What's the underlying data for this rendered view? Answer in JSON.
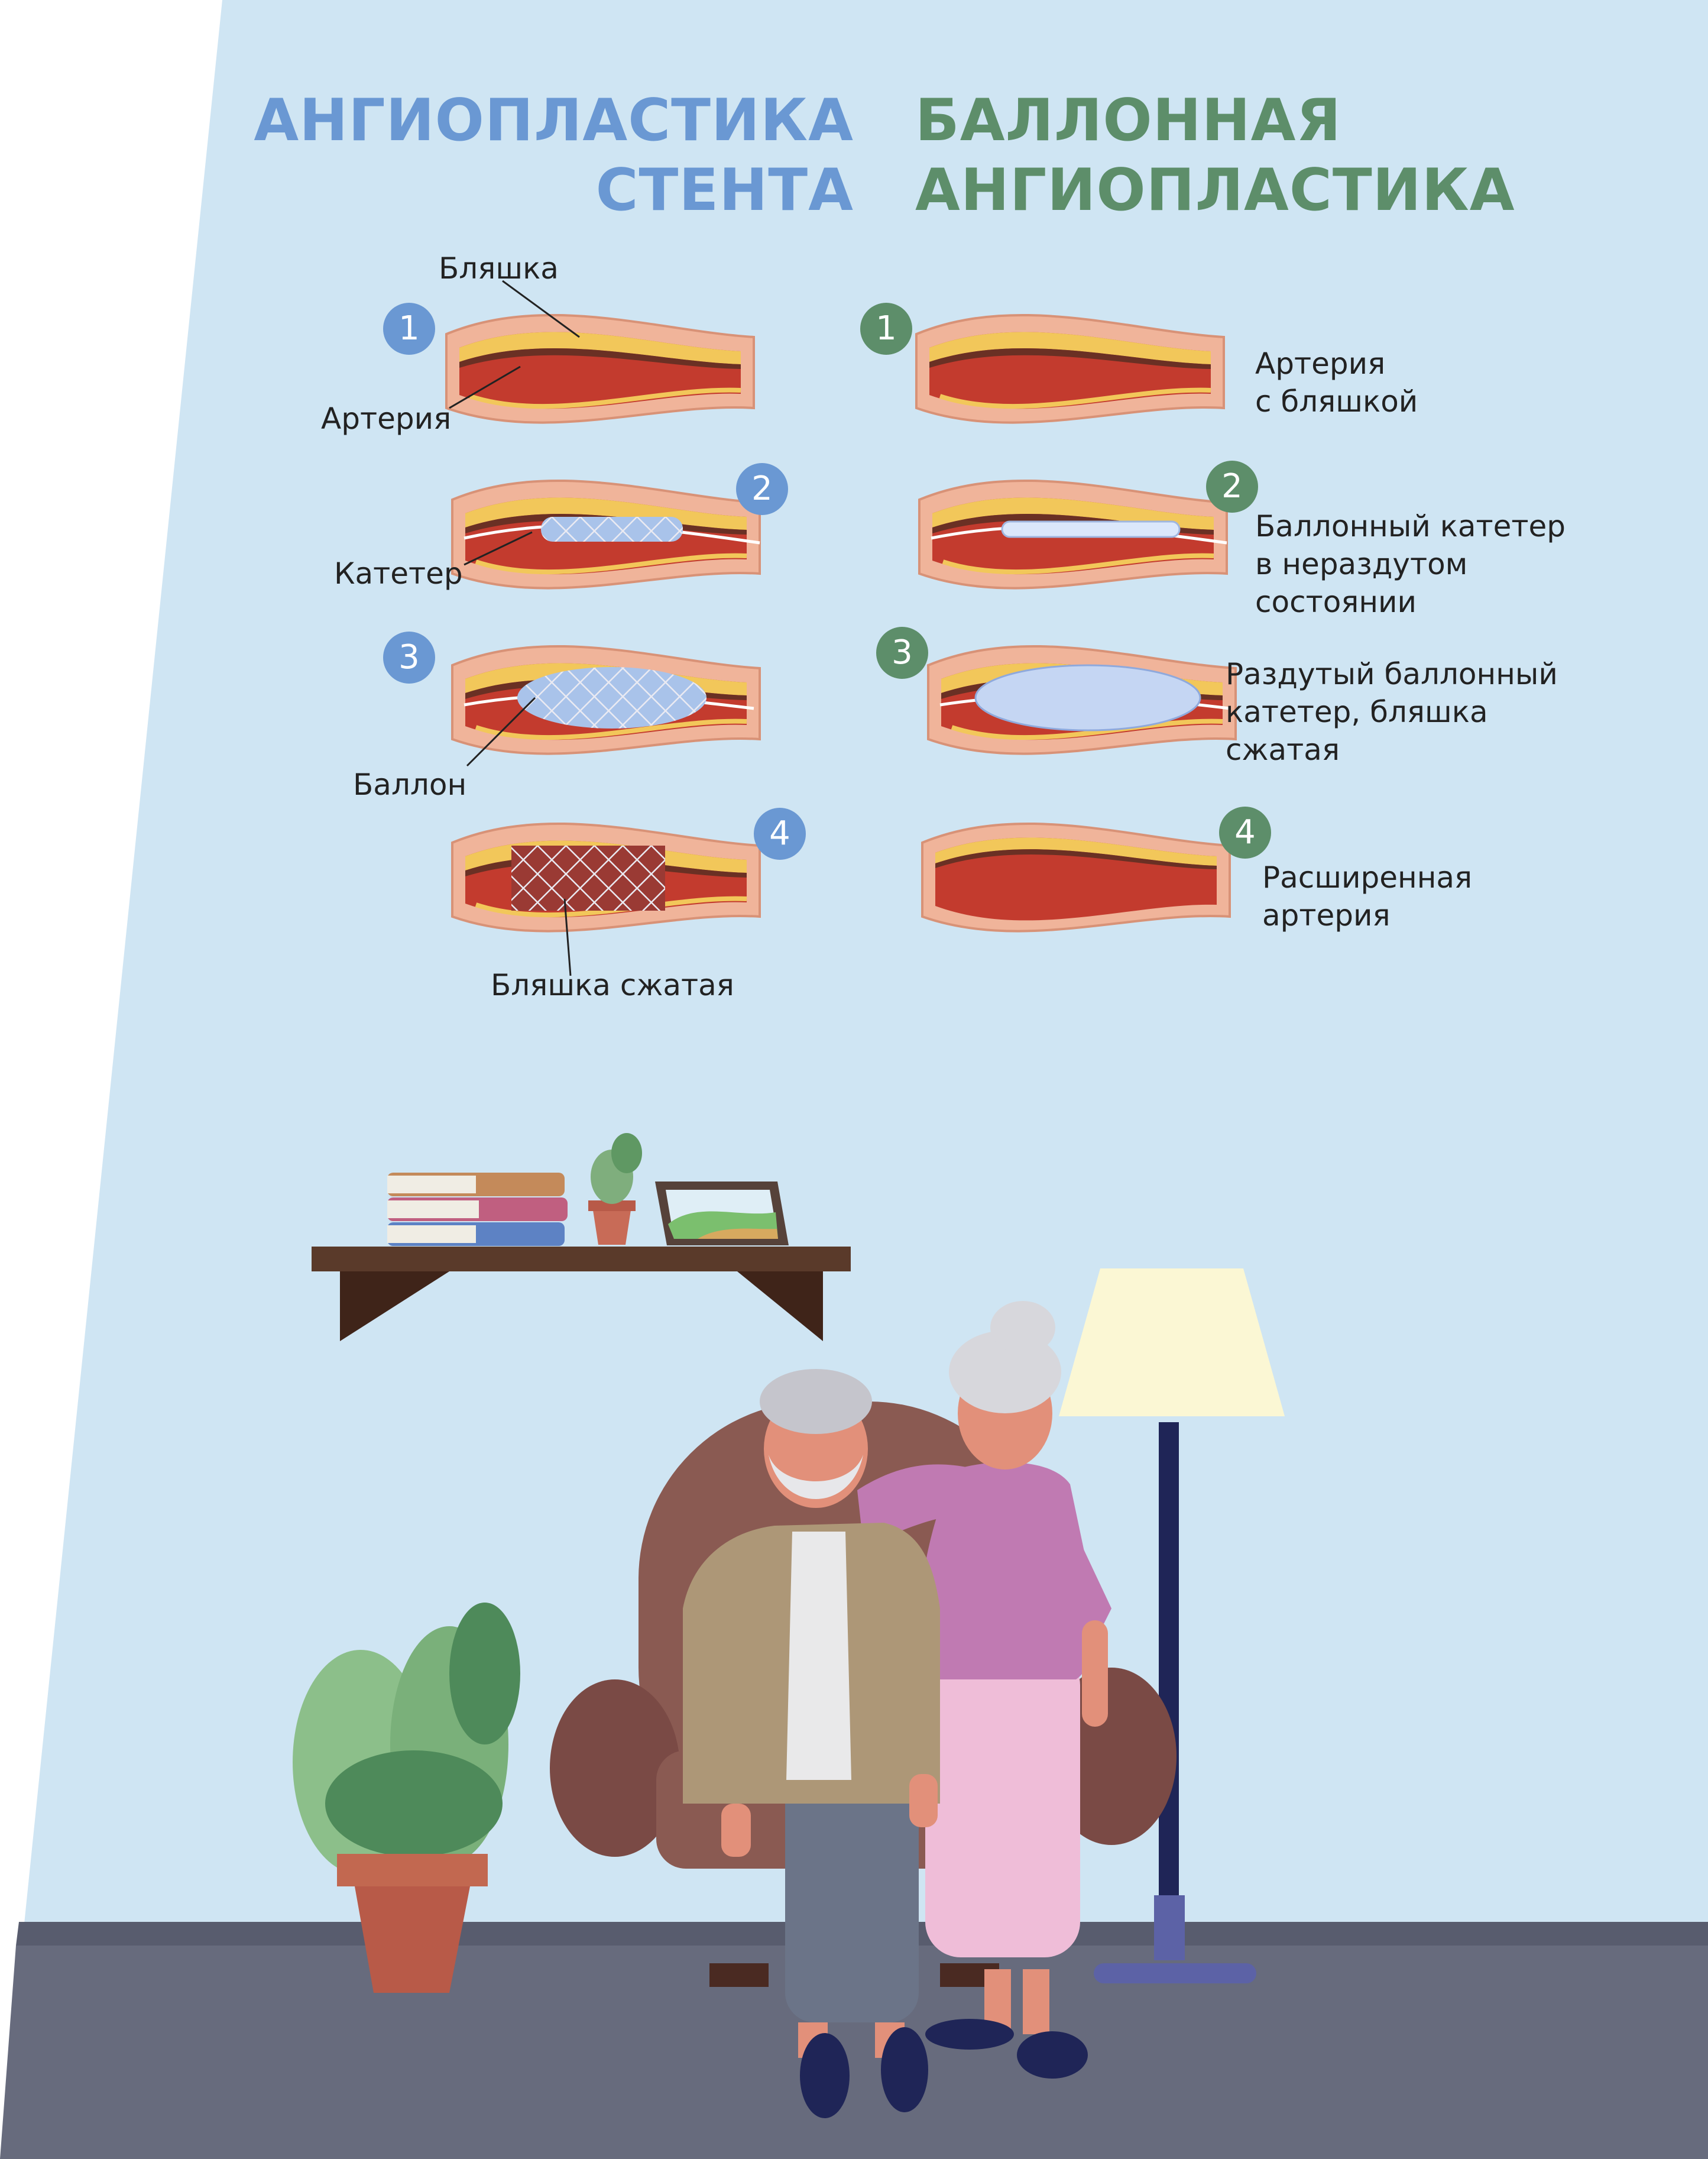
{
  "titles": {
    "left": {
      "line1": "АНГИОПЛАСТИКА",
      "line2": "СТЕНТА"
    },
    "right": {
      "line1": "БАЛЛОННАЯ",
      "line2": "АНГИОПЛАСТИКА"
    }
  },
  "stent_steps": [
    {
      "number": "1",
      "labels": [
        "Бляшка",
        "Артерия"
      ]
    },
    {
      "number": "2",
      "labels": [
        "Катетер"
      ]
    },
    {
      "number": "3",
      "labels": [
        "Баллон"
      ]
    },
    {
      "number": "4",
      "labels": [
        "Бляшка сжатая"
      ]
    }
  ],
  "balloon_steps": [
    {
      "number": "1",
      "lines": [
        "Артерия",
        "с бляшкой"
      ]
    },
    {
      "number": "2",
      "lines": [
        "Баллонный катетер",
        "в нераздутом",
        "состоянии"
      ]
    },
    {
      "number": "3",
      "lines": [
        "Раздутый баллонный",
        "катетер, бляшка",
        "сжатая"
      ]
    },
    {
      "number": "4",
      "lines": [
        "Расширенная",
        "артерия"
      ]
    }
  ],
  "colors": {
    "background": "#cfe5f3",
    "stent_accent": "#6a98d3",
    "balloon_accent": "#5d8e6a",
    "floor": "#676b7d",
    "artery_wall": "#f0b49a",
    "artery_lumen": "#c33b2e",
    "plaque": "#f2c75a"
  }
}
